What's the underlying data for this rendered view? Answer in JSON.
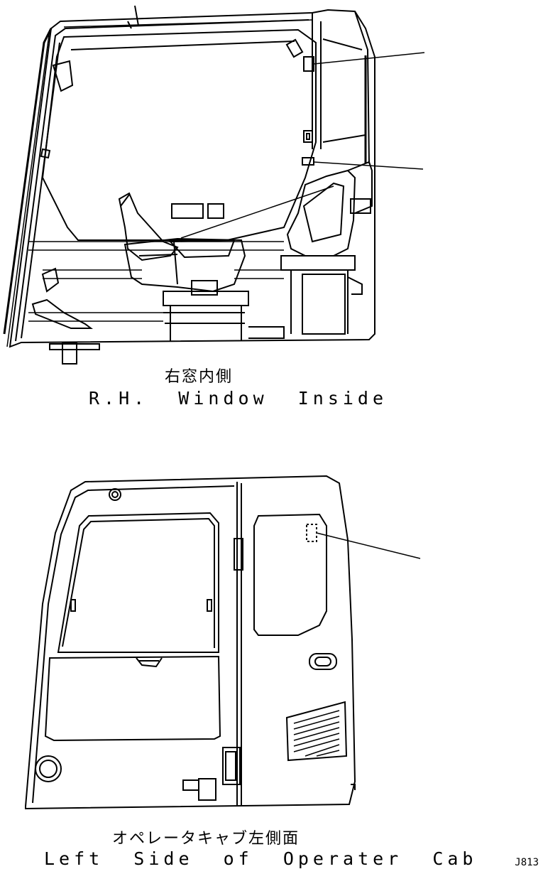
{
  "figures": [
    {
      "caption_jp": "右窓内側",
      "caption_en": "R.H.  Window  Inside"
    },
    {
      "caption_jp": "オペレータキャブ左側面",
      "caption_en": "Left  Side  of  Operater  Cab"
    }
  ],
  "figure_id": "J813"
}
